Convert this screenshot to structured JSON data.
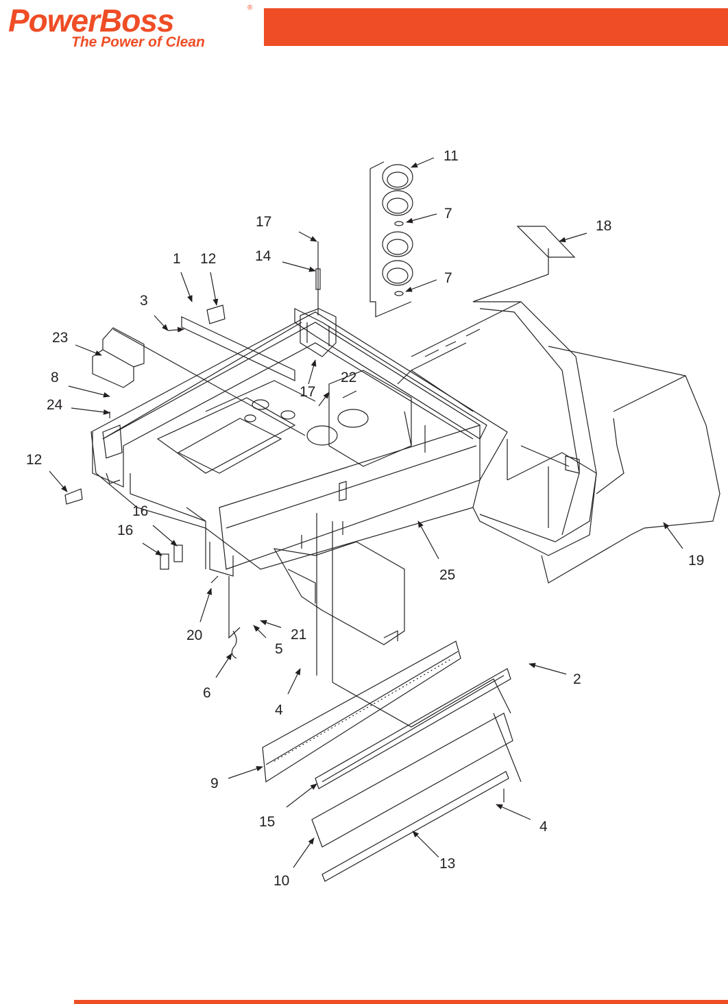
{
  "brand": {
    "name": "PowerBoss",
    "registered": "®",
    "tagline": "The Power of Clean",
    "accent_color": "#EF4D26"
  },
  "callouts": {
    "c1": "1",
    "c2": "2",
    "c3": "3",
    "c4a": "4",
    "c4b": "4",
    "c5": "5",
    "c6": "6",
    "c7a": "7",
    "c7b": "7",
    "c8": "8",
    "c9": "9",
    "c10": "10",
    "c11": "11",
    "c12a": "12",
    "c12b": "12",
    "c13": "13",
    "c14": "14",
    "c15": "15",
    "c16a": "16",
    "c16b": "16",
    "c17a": "17",
    "c17b": "17",
    "c18": "18",
    "c19": "19",
    "c20": "20",
    "c21": "21",
    "c22": "22",
    "c23": "23",
    "c24": "24",
    "c25": "25"
  }
}
